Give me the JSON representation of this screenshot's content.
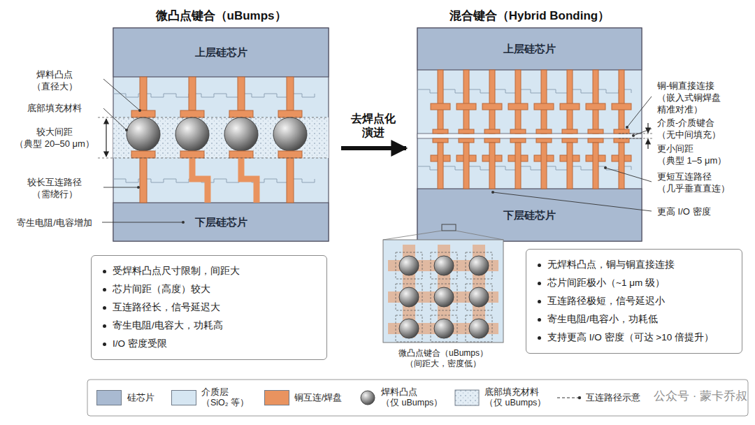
{
  "diagram": {
    "nodes": [
      {
        "text": [
          "微凸点键合（uBumps）"
        ]
      },
      {
        "text": [
          "上层硅芯片"
        ],
        "in": 0
      },
      {
        "text": [
          "下层硅芯片"
        ],
        "in": 0
      },
      {
        "text": [
          "混合键合（Hybrid Bonding）"
        ]
      },
      {
        "text": [
          "上层硅芯片"
        ],
        "in": 3
      },
      {
        "text": [
          "下层硅芯片"
        ],
        "in": 3
      },
      {
        "text": [
          "受焊料凸点尺寸限制，间距大",
          "芯片间距（高度）较大",
          "互连路径长，信号延迟大",
          "寄生电阻/电容大，功耗高",
          "I/O 密度受限"
        ]
      },
      {
        "text": [
          "微凸点键合（uBumps） （间距大，密度低）"
        ]
      },
      {
        "text": [
          "无焊料凸点，铜与铜直接连接",
          "芯片间距极小（~1 μm 级）",
          "互连路径极短，信号延迟小",
          "寄生电阻/电容小，功耗低",
          "支持更高 I/O 密度（可达 >10 倍提升）"
        ]
      }
    ],
    "edges": [
      {
        "from": 0,
        "to": 3,
        "arrow": "to",
        "label": "去焊点化 演进"
      }
    ],
    "labels": [
      "焊料凸点 （直径大）",
      "底部填充材料",
      "较大间距 （典型 20–50 μm）",
      "较长互连路径 （需绕行）",
      "寄生电阻/电容增加",
      "铜-铜直接连接 （嵌入式铜焊盘 精准对准）",
      "介质-介质键合 （无中间填充）",
      "更小间距 （典型 1–5 μm）",
      "更短互连路径 （几乎垂直直连）",
      "更高 I/O 密度",
      "公众号 · 蒙卡乔叔"
    ],
    "legend": [
      {
        "text": "硅芯片",
        "color": "#a9bad1"
      },
      {
        "text": "介质层 （SiO₂ 等）",
        "color": "#d6e6f2"
      },
      {
        "text": "铜互连/焊盘",
        "color": "#e9935f"
      },
      {
        "text": "焊料凸点 （仅 uBumps）"
      },
      {
        "text": "底部填充材料 （仅 uBumps）"
      },
      {
        "text": "互连路径示意"
      }
    ]
  }
}
